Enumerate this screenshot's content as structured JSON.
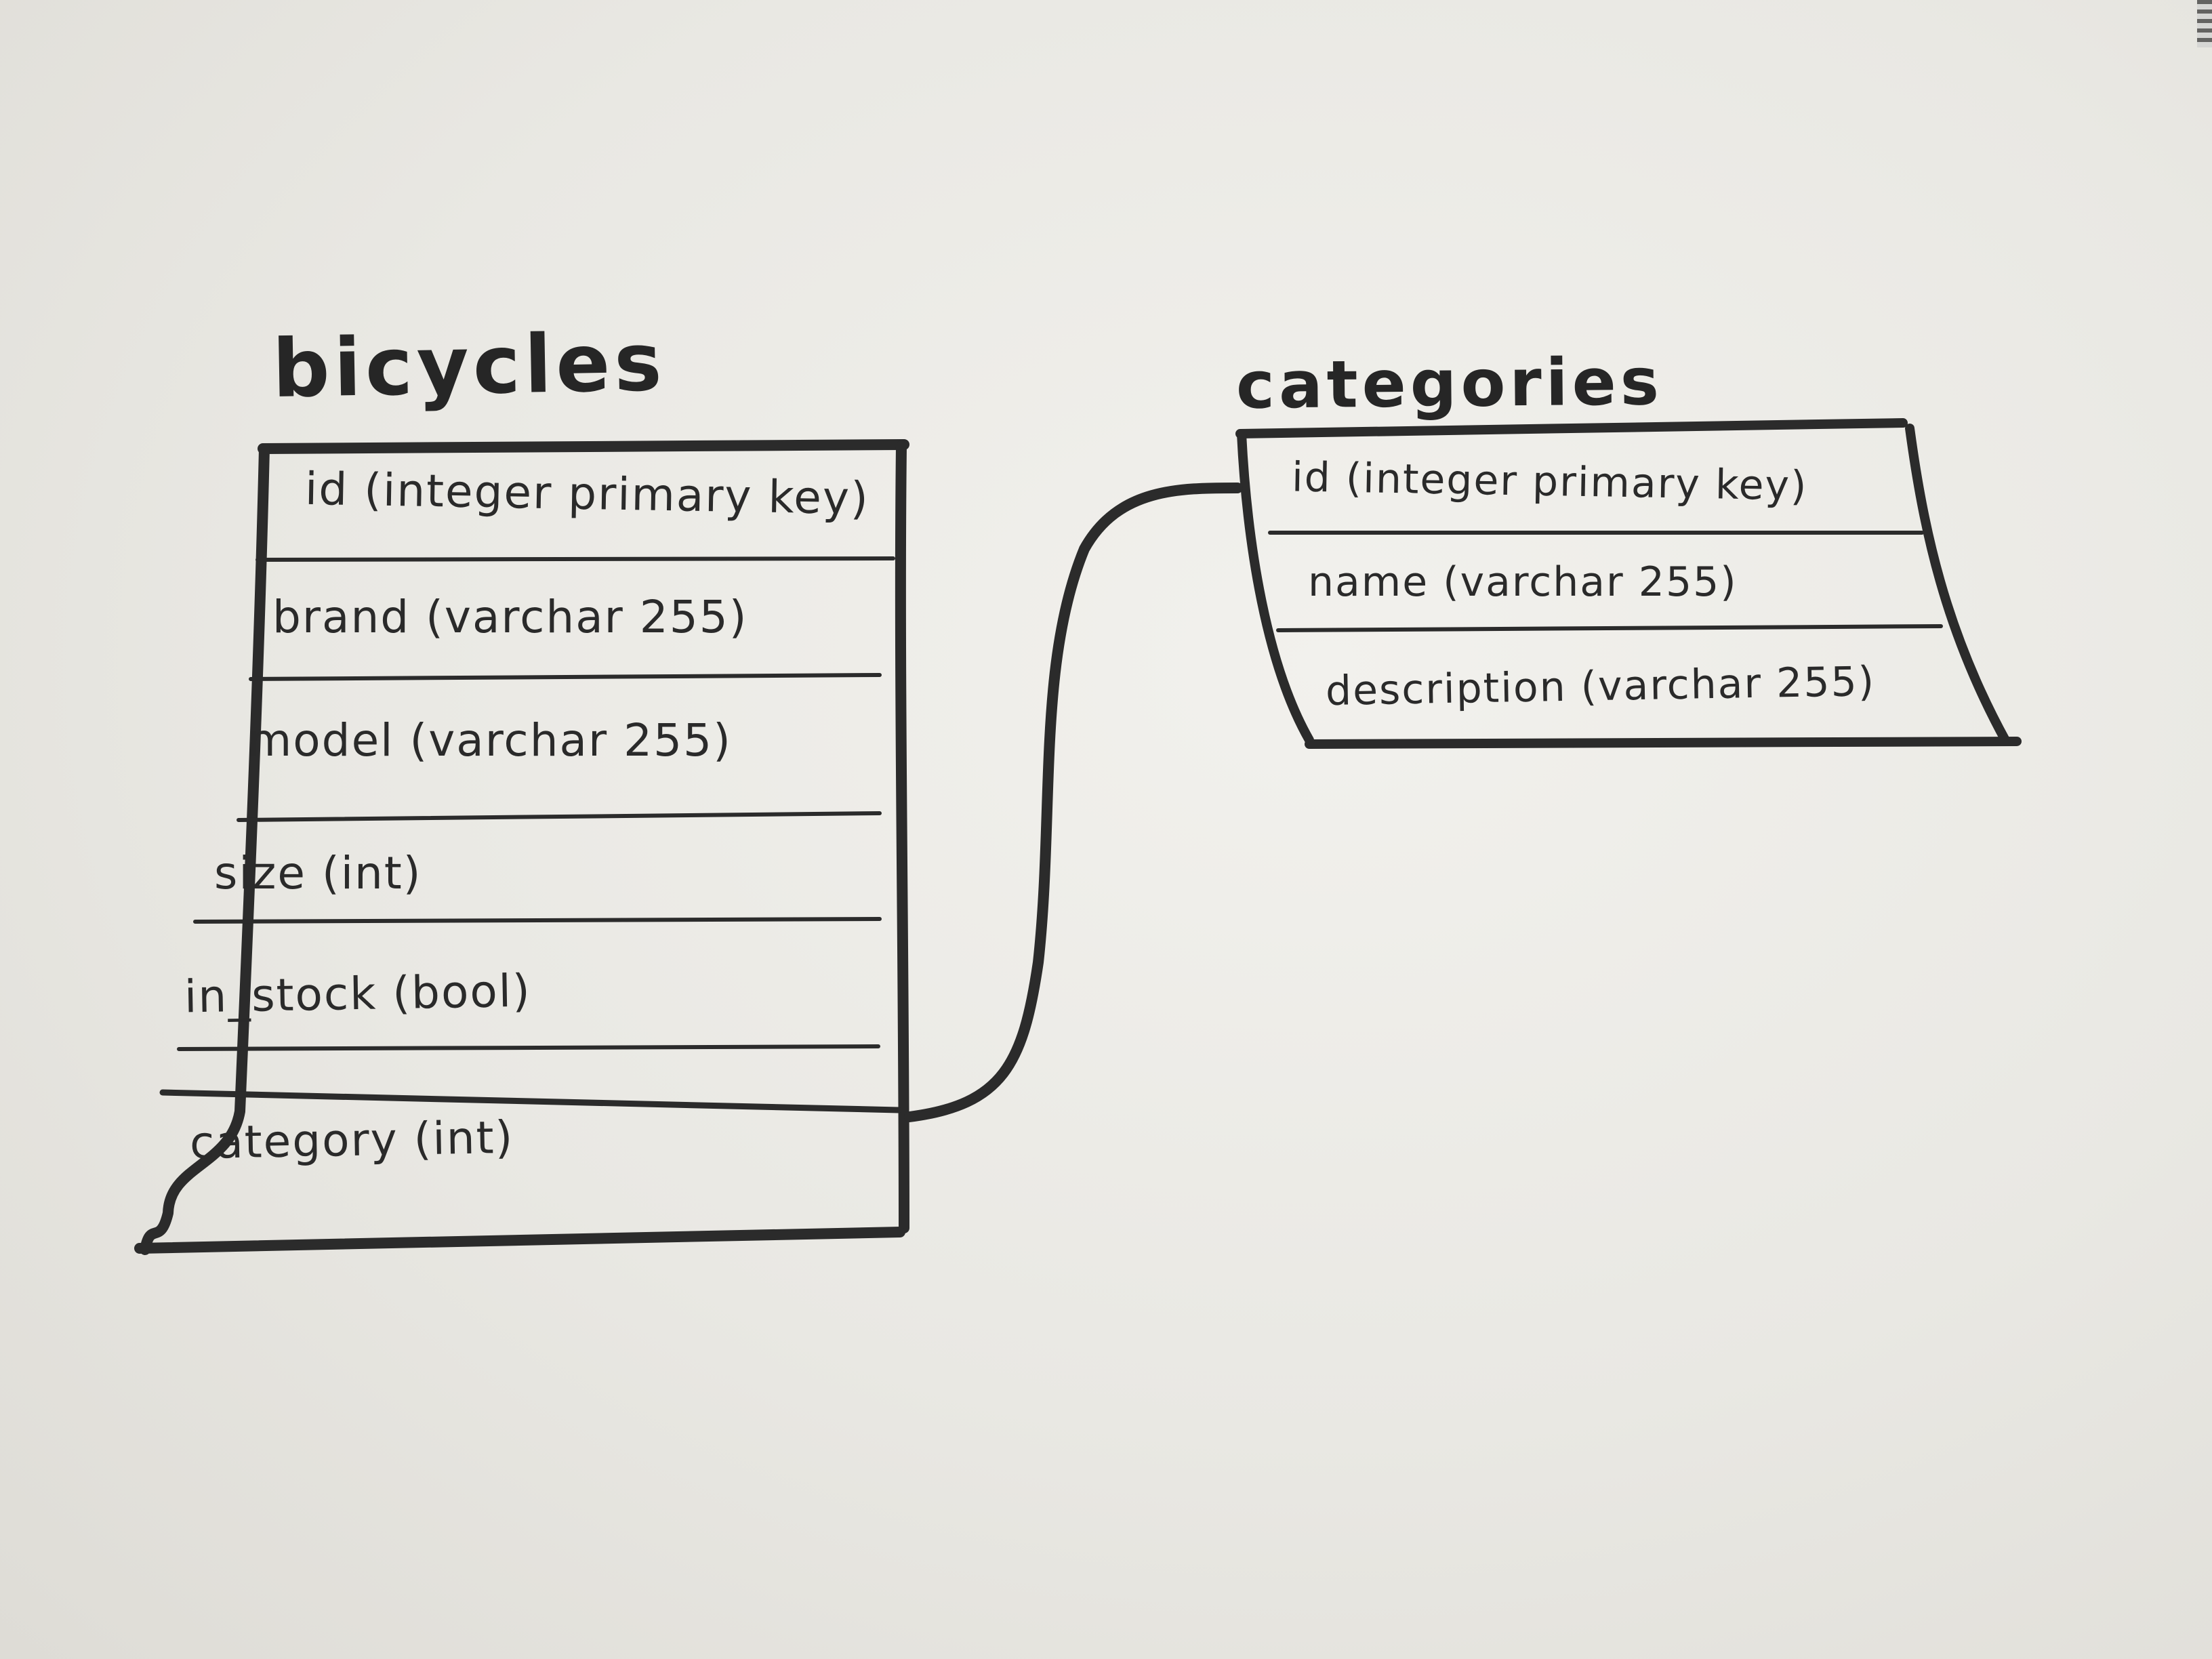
{
  "tables": {
    "bicycles": {
      "name": "bicycles",
      "fields": [
        "id (integer primary key)",
        "brand (varchar 255)",
        "model (varchar 255)",
        "size (int)",
        "in_stock (bool)",
        "category (int)"
      ]
    },
    "categories": {
      "name": "categories",
      "fields": [
        "id (integer primary key)",
        "name (varchar 255)",
        "description (varchar 255)"
      ]
    }
  },
  "relationships": [
    {
      "from": "bicycles.category",
      "to": "categories.id"
    }
  ],
  "colors": {
    "ink": "#2a2a2a",
    "paper": "#ecebe6"
  }
}
